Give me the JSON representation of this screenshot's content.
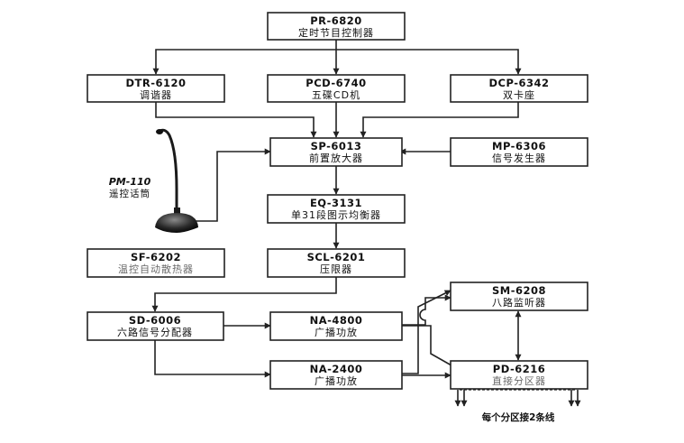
{
  "boxes": {
    "pr6820": {
      "model": "PR-6820",
      "name": "定时节目控制器"
    },
    "dtr6120": {
      "model": "DTR-6120",
      "name": "调谐器"
    },
    "pcd6740": {
      "model": "PCD-6740",
      "name": "五碟CD机"
    },
    "dcp6342": {
      "model": "DCP-6342",
      "name": "双卡座"
    },
    "sp6013": {
      "model": "SP-6013",
      "name": "前置放大器"
    },
    "mp6306": {
      "model": "MP-6306",
      "name": "信号发生器"
    },
    "eq3131": {
      "model": "EQ-3131",
      "name": "单31段图示均衡器"
    },
    "sf6202": {
      "model": "SF-6202",
      "name": "温控自动散热器"
    },
    "scl6201": {
      "model": "SCL-6201",
      "name": "压限器"
    },
    "sm6208": {
      "model": "SM-6208",
      "name": "八路监听器"
    },
    "sd6006": {
      "model": "SD-6006",
      "name": "六路信号分配器"
    },
    "na4800": {
      "model": "NA-4800",
      "name": "广播功放"
    },
    "na2400": {
      "model": "NA-2400",
      "name": "广播功放"
    },
    "pd6216": {
      "model": "PD-6216",
      "name": "直接分区器"
    }
  },
  "microphone": {
    "model": "PM-110",
    "name": "遥控话筒",
    "icon": "gooseneck-microphone-icon"
  },
  "zone_note": "每个分区接2条线",
  "colors": {
    "line": "#222222",
    "box_fill": "#ffffff",
    "grey_text": "#6a6a6a"
  }
}
